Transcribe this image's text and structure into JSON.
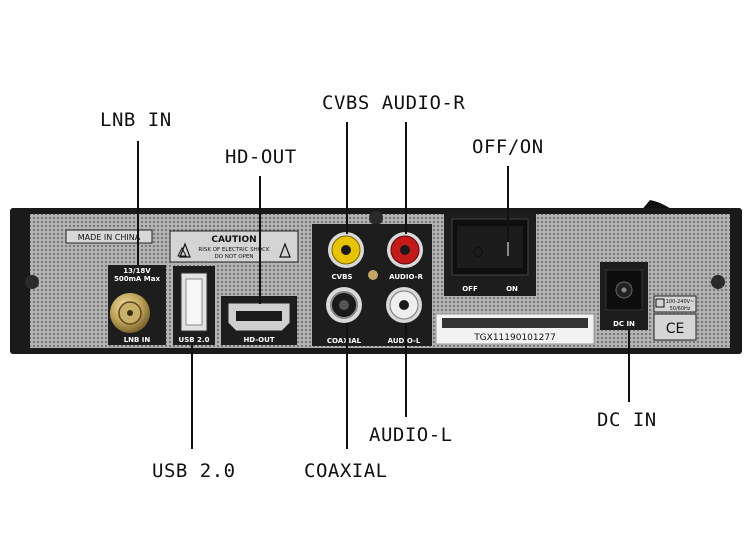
{
  "callouts": {
    "lnb_in": "LNB IN",
    "hd_out": "HD-OUT",
    "cvbs_audio_r": "CVBS AUDIO-R",
    "off_on": "OFF/ON",
    "usb": "USB 2.0",
    "coaxial": "COAXIAL",
    "audio_l": "AUDIO-L",
    "dc_in": "DC IN"
  },
  "panel": {
    "made_in": "MADE IN CHINA",
    "caution_title": "CAUTION",
    "caution_line1": "RISK OF ELECTRIC SHOCK",
    "caution_line2": "DO NOT OPEN",
    "lnb_spec1": "13/18V",
    "lnb_spec2": "500mA Max",
    "lnb_label": "LNB IN",
    "usb_label": "USB 2.0",
    "hdout_label": "HD-OUT",
    "cvbs_label": "CVBS",
    "audio_r_label": "AUDIO-R",
    "coaxial_label": "COAXIAL",
    "audio_l_label": "AUDIO-L",
    "off_label": "OFF",
    "on_label": "ON",
    "dcin_label": "DC IN",
    "serial": "TGX11190101277",
    "power_spec1": "100-240V~",
    "power_spec2": "50/60Hz",
    "ce_mark": "CE"
  },
  "colors": {
    "panel_gray": "#a9a9a9",
    "frame_black": "#1a1a1a",
    "rca_yellow": "#e8c400",
    "rca_red": "#c41a1a",
    "rca_white": "#eeeeee"
  }
}
